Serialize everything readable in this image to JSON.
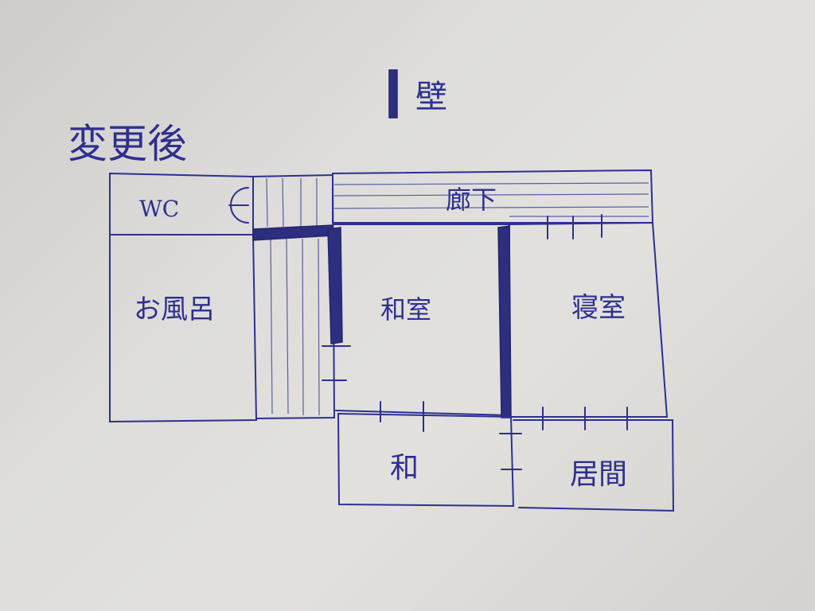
{
  "title": "変更後",
  "legend": {
    "wall_label": "壁"
  },
  "rooms": {
    "wc": "WC",
    "corridor": "廊下",
    "bath": "お風呂",
    "washitsu": "和室",
    "bedroom": "寝室",
    "wa": "和",
    "living": "居間"
  },
  "colors": {
    "ink": "#2e2f8f",
    "paper": "#dedddb",
    "wall": "#2d2e7e"
  }
}
